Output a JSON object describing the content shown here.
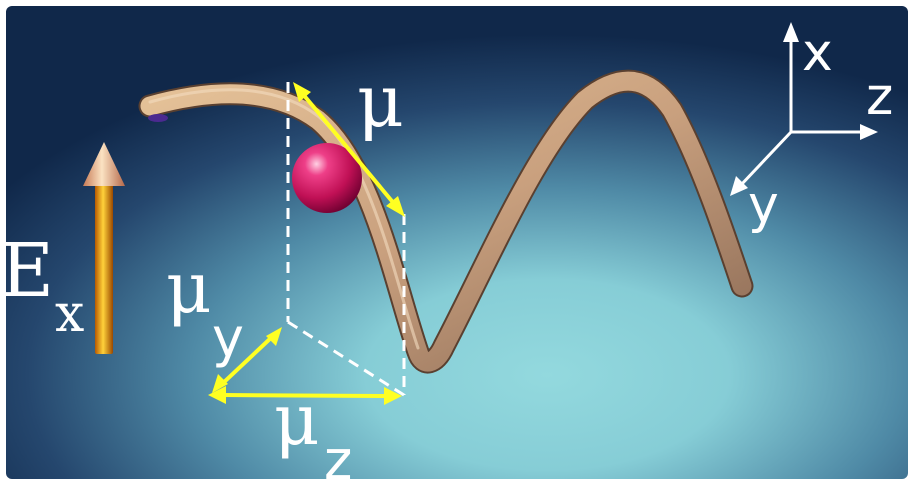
{
  "labels": {
    "e_field": "E",
    "e_field_sub": "x",
    "mu": "μ",
    "mu_y": "μ",
    "mu_y_sub": "y",
    "mu_z": "μ",
    "mu_z_sub": "z",
    "axis_x": "x",
    "axis_y": "y",
    "axis_z": "z"
  },
  "colors": {
    "background_dark": "#10284a",
    "background_light": "#8ed6dc",
    "vector_arrows": "#ffff22",
    "dashed_lines": "#ffffff",
    "helix": "#c9a07e",
    "sphere": "#d4165e",
    "field_arrow": "#e8a000",
    "axis_labels": "#ffffff"
  }
}
